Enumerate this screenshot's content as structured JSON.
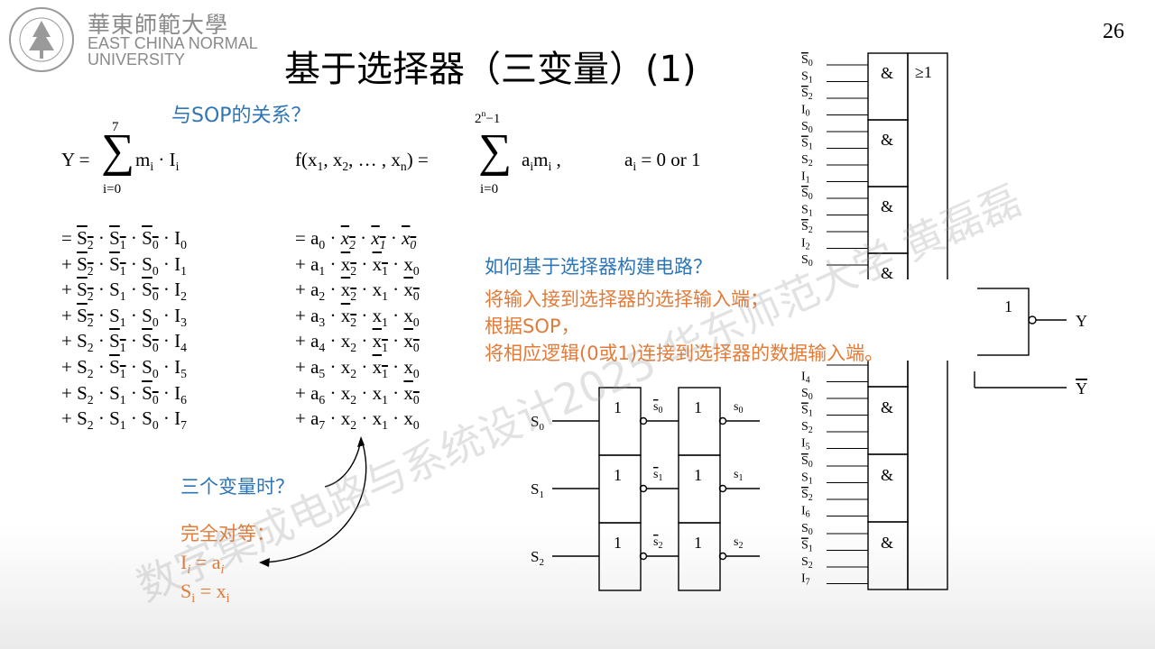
{
  "header": {
    "logo_cn": "華東師範大學",
    "logo_en_line1": "EAST CHINA NORMAL",
    "logo_en_line2": "UNIVERSITY",
    "page_number": "26"
  },
  "title": "基于选择器（三变量）(1)",
  "question_sop": "与SOP的关系？",
  "question_how": "如何基于选择器构建电路？",
  "answer_lines": [
    "将输入接到选择器的选择输入端；",
    "根据SOP，",
    "将相应逻辑(0或1)连接到选择器的数据输入端。"
  ],
  "three_var_question": "三个变量时？",
  "equal_label": "完全对等：",
  "watermark": "数字集成电路与系统设计2025 华东师范大学 黄磊磊",
  "circuit": {
    "and_symbol": "&",
    "or_symbol": "≥1",
    "inverter_symbol": "1",
    "output_y": "Y",
    "output_ybar": "Y",
    "left_inputs": [
      "S",
      "S",
      "S"
    ],
    "mux_input_rows": [
      [
        "S0",
        "S1",
        "S2",
        "I0"
      ],
      [
        "S0",
        "S1",
        "S2",
        "I1"
      ],
      [
        "S0",
        "S1",
        "S2",
        "I2"
      ],
      [
        "S0",
        "",
        "",
        ""
      ],
      [
        "",
        "",
        "",
        "I4"
      ],
      [
        "S0",
        "S1",
        "S2",
        "I5"
      ],
      [
        "S0",
        "S1",
        "S2",
        "I6"
      ],
      [
        "S0",
        "S1",
        "S2",
        "I7"
      ]
    ]
  },
  "colors": {
    "blue": "#2e75b6",
    "orange": "#e07b39"
  }
}
